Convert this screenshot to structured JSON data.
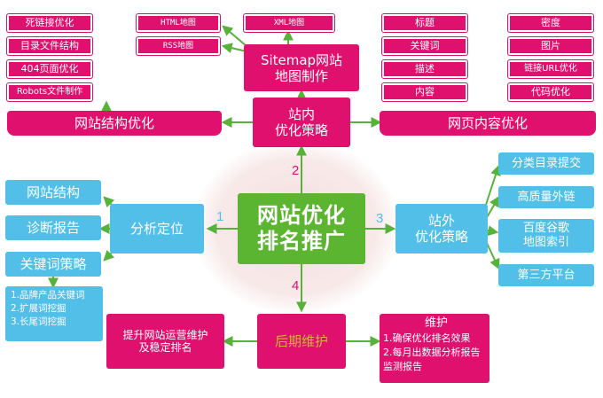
{
  "center": {
    "label_line1": "网站优化",
    "label_line2": "排名推广"
  },
  "numbers": {
    "n1": "1",
    "n2": "2",
    "n3": "3",
    "n4": "4"
  },
  "onpage": {
    "hub_line1": "站内",
    "hub_line2": "优化策略",
    "sitemap_line1": "Sitemap网站",
    "sitemap_line2": "地图制作",
    "html_map": "HTML地图",
    "rss_map": "RSS地图",
    "xml_map": "XML地图",
    "structure_bar": "网站结构优化",
    "structure_items": [
      "死链接优化",
      "目录文件结构",
      "404页面优化",
      "Robots文件制作"
    ],
    "content_bar": "网页内容优化",
    "content_left": [
      "标题",
      "关键词",
      "描述",
      "内容"
    ],
    "content_right": [
      "密度",
      "图片",
      "链接URL优化",
      "代码优化"
    ]
  },
  "analysis": {
    "hub": "分析定位",
    "items": [
      "网站结构",
      "诊断报告",
      "关键词策略"
    ],
    "keyword_steps": [
      "1.品牌产品关键词",
      "2.扩展词挖掘",
      "3.长尾词挖掘"
    ]
  },
  "offpage": {
    "hub_line1": "站外",
    "hub_line2": "优化策略",
    "items": [
      "分类目录提交",
      "高质量外链",
      "百度谷歌\n地图索引",
      "第三方平台"
    ]
  },
  "later": {
    "hub": "后期维护",
    "left_line1": "提升网站运营维护",
    "left_line2": "及稳定排名",
    "maint_title": "维护",
    "maint_items": [
      "1.确保优化排名效果",
      "2.每月出数据分析报告 监测报告"
    ]
  },
  "colors": {
    "pink": "#e0106f",
    "blue": "#52bfe8",
    "green": "#5cb531",
    "line": "#56b23a"
  }
}
